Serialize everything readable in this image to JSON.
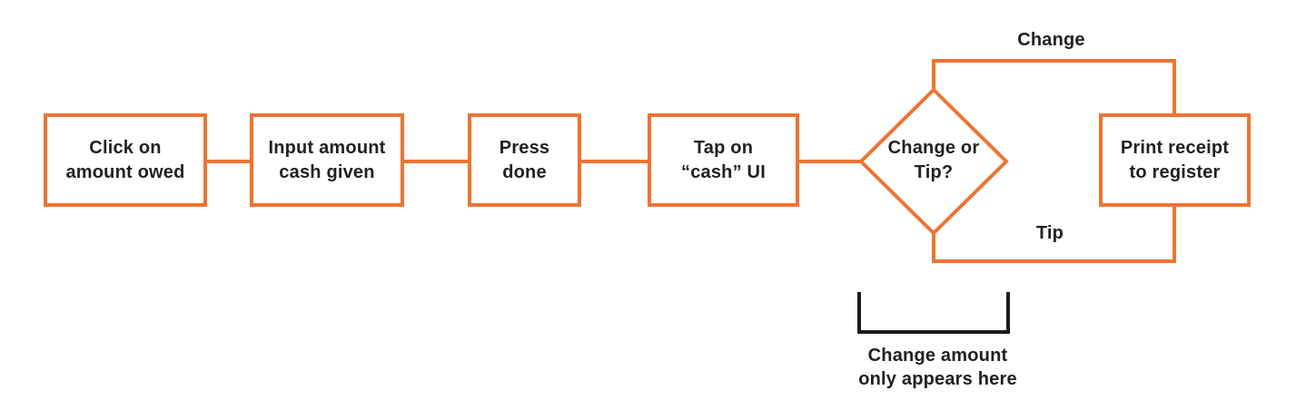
{
  "diagram": {
    "type": "flowchart",
    "colors": {
      "accent_orange": "#ED7433",
      "text_black": "#231F20",
      "background": "#FFFFFF"
    },
    "nodes": [
      {
        "id": "step-click-amount-owed",
        "shape": "rectangle",
        "label": "Click on\namount owed"
      },
      {
        "id": "step-input-cash-given",
        "shape": "rectangle",
        "label": "Input amount\ncash given"
      },
      {
        "id": "step-press-done",
        "shape": "rectangle",
        "label": "Press\ndone"
      },
      {
        "id": "step-tap-cash-ui",
        "shape": "rectangle",
        "label": "Tap on\n“cash” UI"
      },
      {
        "id": "decision-change-or-tip",
        "shape": "diamond",
        "label": "Change or\nTip?"
      },
      {
        "id": "step-print-receipt",
        "shape": "rectangle",
        "label": "Print receipt\nto register"
      }
    ],
    "edges": [
      {
        "from": "step-click-amount-owed",
        "to": "step-input-cash-given",
        "label": ""
      },
      {
        "from": "step-input-cash-given",
        "to": "step-press-done",
        "label": ""
      },
      {
        "from": "step-press-done",
        "to": "step-tap-cash-ui",
        "label": ""
      },
      {
        "from": "step-tap-cash-ui",
        "to": "decision-change-or-tip",
        "label": ""
      },
      {
        "from": "decision-change-or-tip",
        "to": "step-print-receipt",
        "label": "Change",
        "route": "top"
      },
      {
        "from": "decision-change-or-tip",
        "to": "step-print-receipt",
        "label": "Tip",
        "route": "bottom"
      }
    ],
    "edge_labels": {
      "top": "Change",
      "bottom": "Tip"
    },
    "annotation": {
      "text": "Change amount\nonly appears here",
      "points_to": "decision-change-or-tip"
    }
  }
}
